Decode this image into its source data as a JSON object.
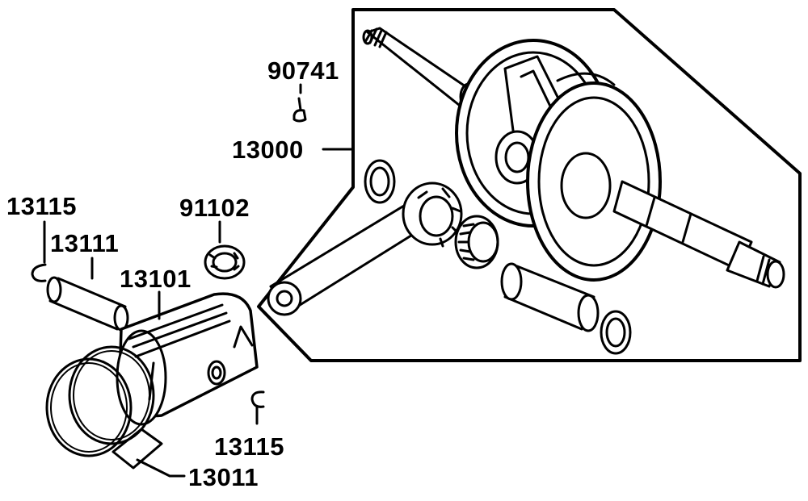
{
  "diagram": {
    "labels": {
      "woodruff_key": "90741",
      "crankshaft_assy": "13000",
      "circlip_left": "13115",
      "piston_pin": "13111",
      "needle_bearing": "91102",
      "piston": "13101",
      "circlip_right": "13115",
      "piston_ring_set": "13011"
    },
    "colors": {
      "line": "#000000",
      "background": "#ffffff"
    }
  }
}
